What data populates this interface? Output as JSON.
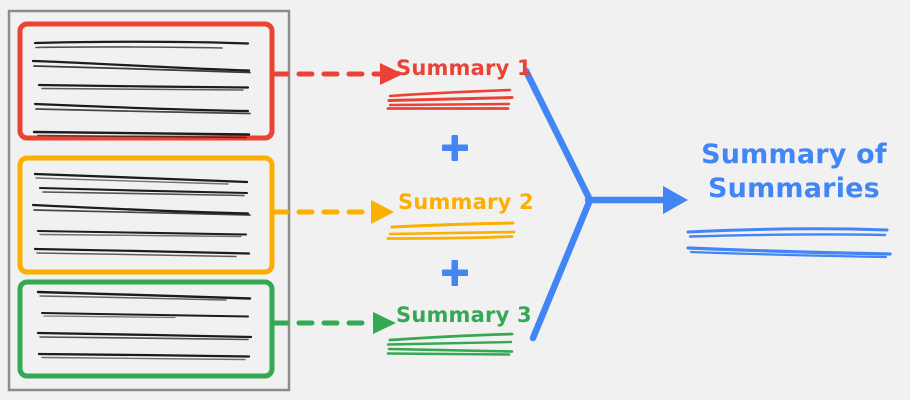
{
  "diagram": {
    "title": "Summary of Summaries",
    "background_color": "#f1f1f1",
    "container": {
      "name": "source-document",
      "border_color": "#8c8c8c"
    },
    "colors": {
      "red": "#ea4335",
      "orange": "#fbaf00",
      "green": "#34a853",
      "blue": "#4285f4",
      "ink": "#1c1c1c",
      "gray": "#8c8c8c"
    },
    "chunks": [
      {
        "name": "chunk-1",
        "color": "#ea4335",
        "text_line_count": 5
      },
      {
        "name": "chunk-2",
        "color": "#fbaf00",
        "text_line_count": 5
      },
      {
        "name": "chunk-3",
        "color": "#34a853",
        "text_line_count": 4
      }
    ],
    "summaries": [
      {
        "label": "Summary 1",
        "color": "#ea4335",
        "text_line_count": 3
      },
      {
        "label": "Summary 2",
        "color": "#fbaf00",
        "text_line_count": 2
      },
      {
        "label": "Summary 3",
        "color": "#34a853",
        "text_line_count": 3
      }
    ],
    "operators": [
      {
        "name": "plus-1",
        "symbol": "+",
        "color": "#4285f4"
      },
      {
        "name": "plus-2",
        "symbol": "+",
        "color": "#4285f4"
      }
    ],
    "final": {
      "label_line_1": "Summary of",
      "label_line_2": "Summaries",
      "color": "#4285f4",
      "text_line_count": 3
    },
    "connectors": [
      {
        "name": "dashed-arrow-1",
        "color": "#ea4335",
        "style": "dashed"
      },
      {
        "name": "dashed-arrow-2",
        "color": "#fbaf00",
        "style": "dashed"
      },
      {
        "name": "dashed-arrow-3",
        "color": "#34a853",
        "style": "dashed"
      },
      {
        "name": "merge-arrow",
        "color": "#4285f4",
        "style": "solid"
      }
    ]
  }
}
